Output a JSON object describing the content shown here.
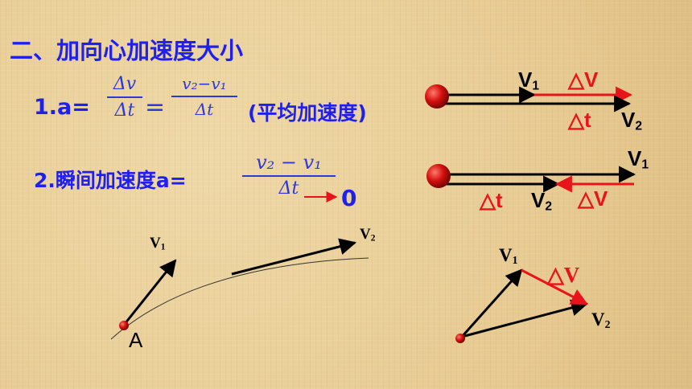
{
  "heading": "二、加向心加速度大小",
  "formula1": {
    "prefix": "1.a=",
    "num1": "Δv",
    "den1": "Δt",
    "equals": "=",
    "num2": "v₂−v₁",
    "den2": "Δt",
    "note": "(平均加速度)"
  },
  "formula2": {
    "prefix": "2.瞬间加速度a=",
    "num": "v₂ − v₁",
    "den": "Δt",
    "limit": "0"
  },
  "diagram1": {
    "v1": "V",
    "v1_sub": "1",
    "dv": "△V",
    "dt": "△t",
    "v2": "V",
    "v2_sub": "2"
  },
  "diagram2": {
    "v1": "V",
    "v1_sub": "1",
    "dt": "△t",
    "v2": "V",
    "v2_sub": "2",
    "dv": "△V"
  },
  "diagram3": {
    "v1": "V",
    "v1_sub": "1",
    "v2": "V",
    "v2_sub": "2",
    "point": "A"
  },
  "diagram4": {
    "v1": "V",
    "v1_sub": "1",
    "dv": "△V",
    "v2": "V",
    "v2_sub": "2"
  },
  "colors": {
    "text_blue": "#1f1ff0",
    "accent_red": "#e8131b",
    "background": "#e9cf9a"
  }
}
